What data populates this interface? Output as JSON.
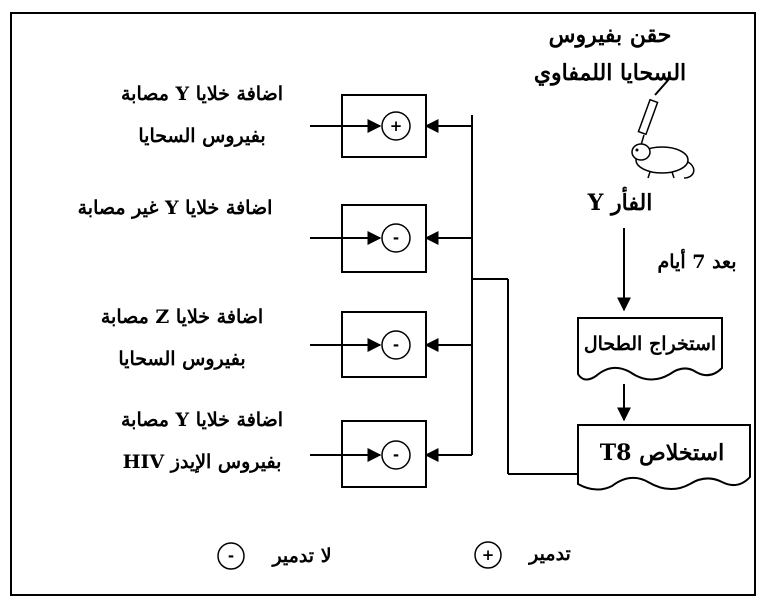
{
  "top_label": {
    "line1": "حقن بفيروس",
    "line2": "السحايا اللمفاوي"
  },
  "mouse_label": "الفأر Y",
  "after_days": "بعد 7 أيام",
  "spleen_box": "استخراج الطحال",
  "t8_box": "استخلاص T8",
  "wells": [
    {
      "symbol": "+",
      "line1": "اضافة خلايا Y مصابة",
      "line2": "بفيروس السحايا"
    },
    {
      "symbol": "-",
      "line1": "اضافة خلايا Y غير مصابة",
      "line2": ""
    },
    {
      "symbol": "-",
      "line1": "اضافة خلايا Z مصابة",
      "line2": "بفيروس السحايا"
    },
    {
      "symbol": "-",
      "line1": "اضافة خلايا Y مصابة",
      "line2": "بفيروس الإيدز HIV"
    }
  ],
  "legend": {
    "minus_symbol": "-",
    "minus_label": "لا تدمير",
    "plus_symbol": "+",
    "plus_label": "تدمير"
  }
}
